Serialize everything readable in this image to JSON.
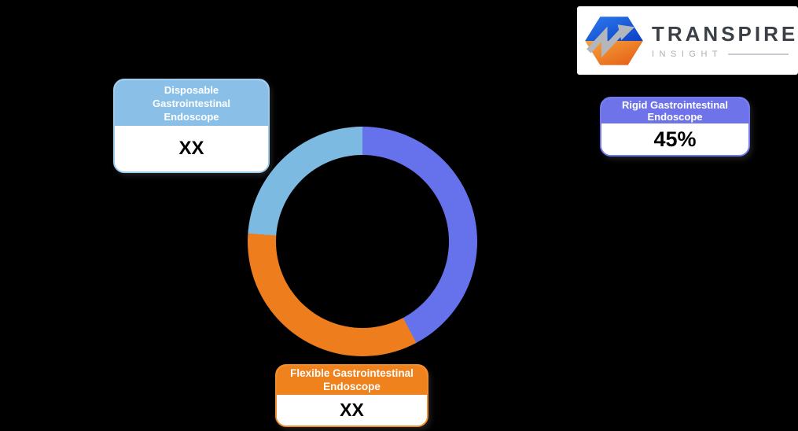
{
  "page": {
    "background_color": "#000000"
  },
  "logo": {
    "brand": "TRANSPIRE",
    "sub_brand": "INSIGHT",
    "icon_name": "transpire-hexagon-arrow-logo",
    "colors": {
      "blue": "#2E7BEE",
      "blue_dark": "#0A41C6",
      "orange": "#F6A33E",
      "orange_dark": "#E45B12",
      "arrow": "#B3B7BD",
      "brand_text": "#3B4046",
      "sub_text": "#A9AEB5",
      "divider": "#C9CDD3",
      "box_bg": "#FFFFFF"
    }
  },
  "chart_data": {
    "type": "donut",
    "title": "",
    "hole_ratio": 0.753,
    "start_angle_deg": 0,
    "legend_position": "callouts",
    "segments": [
      {
        "label": "Rigid Gastrointestinal Endoscope",
        "displayed_value": "45%",
        "estimated_percent": 45,
        "sweep_deg": 152,
        "color": "#6671EC"
      },
      {
        "label": "Flexible Gastrointestinal Endoscope",
        "displayed_value": "XX",
        "estimated_percent": 34,
        "sweep_deg": 122,
        "color": "#EE7E1D"
      },
      {
        "label": "Disposable Gastrointestinal Endoscope",
        "displayed_value": "XX",
        "estimated_percent": 21,
        "sweep_deg": 86,
        "color": "#7CBAE2"
      }
    ]
  },
  "callouts": {
    "disposable": {
      "title_lines": [
        "Disposable",
        "Gastrointestinal",
        "Endoscope"
      ],
      "value": "XX",
      "header_color": "#8AC0E8",
      "border_color": "#9FCBEC"
    },
    "rigid": {
      "title_lines": [
        "Rigid Gastrointestinal",
        "Endoscope"
      ],
      "value": "45%",
      "header_color": "#6F73EA",
      "border_color": "#7478EE"
    },
    "flexible": {
      "title_lines": [
        "Flexible Gastrointestinal",
        "Endoscope"
      ],
      "value": "XX",
      "header_color": "#F0821E",
      "border_color": "#F18A2B"
    }
  }
}
